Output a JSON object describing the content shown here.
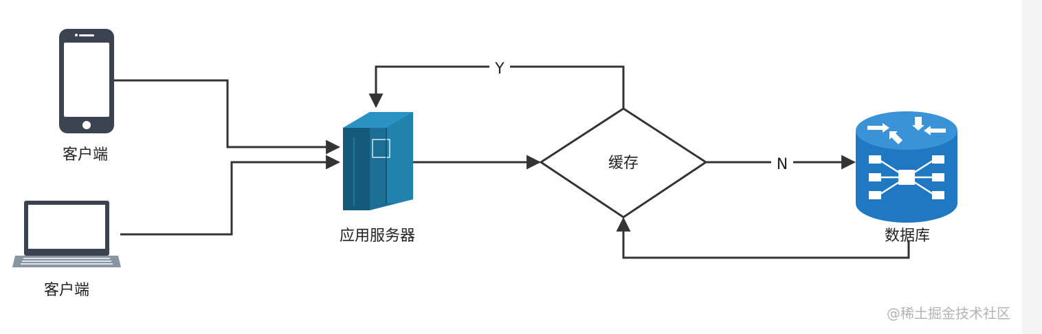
{
  "nodes": {
    "client_phone": {
      "label": "客户端",
      "icon": "smartphone-icon"
    },
    "client_laptop": {
      "label": "客户端",
      "icon": "laptop-icon"
    },
    "app_server": {
      "label": "应用服务器",
      "icon": "server-icon"
    },
    "cache": {
      "label": "缓存",
      "shape": "decision-diamond"
    },
    "database": {
      "label": "数据库",
      "icon": "database-router-icon"
    }
  },
  "edges": {
    "cache_hit_label": "Y",
    "cache_miss_label": "N"
  },
  "watermark": "@稀土掘金技术社区",
  "colors": {
    "line": "#333333",
    "server_blue": "#1d6e94",
    "db_blue": "#1f78c1",
    "device_dark": "#3b4350"
  }
}
